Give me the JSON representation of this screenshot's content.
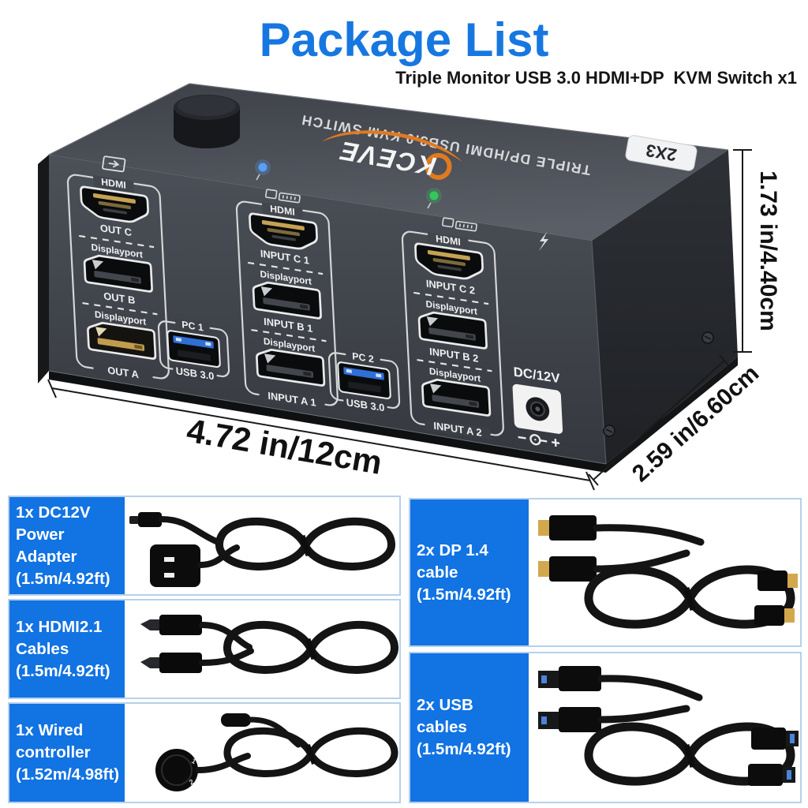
{
  "colors": {
    "accent": "#1273e3",
    "card_border": "#b6d0ea",
    "title_blue": "#1777e0",
    "brand_orange": "#e07a1f"
  },
  "header": {
    "title": "Package List",
    "subtitle": "Triple Monitor USB 3.0 HDMI+DP  KVM Switch x1"
  },
  "device": {
    "top_label": "TRIPLE DP/HDMI USB3.0 KVM SWITCH",
    "brand": "KCEVE",
    "badge": "2X3",
    "dc_label": "DC/12V",
    "dimensions": {
      "height": "1.73 in/4.40cm",
      "width": "4.72 in/12cm",
      "depth": "2.59 in/6.60cm"
    },
    "groups": [
      {
        "ports": [
          {
            "label": "HDMI",
            "name": "OUT C"
          },
          {
            "label": "Displayport",
            "name": "OUT B"
          },
          {
            "label": "Displayport",
            "name": "OUT A"
          }
        ]
      },
      {
        "ports": [
          {
            "label": "HDMI",
            "name": "INPUT C 1"
          },
          {
            "label": "Displayport",
            "name": "INPUT B 1"
          },
          {
            "label": "Displayport",
            "name": "INPUT A 1"
          }
        ]
      },
      {
        "ports": [
          {
            "label": "HDMI",
            "name": "INPUT C 2"
          },
          {
            "label": "Displayport",
            "name": "INPUT B 2"
          },
          {
            "label": "Displayport",
            "name": "INPUT A 2"
          }
        ]
      }
    ],
    "usb_groups": [
      {
        "pc": "PC 1",
        "usb": "USB 3.0"
      },
      {
        "pc": "PC 2",
        "usb": "USB 3.0"
      }
    ]
  },
  "items": [
    {
      "label_lines": [
        "1x DC12V",
        "Power",
        "Adapter",
        "(1.5m/4.92ft)"
      ]
    },
    {
      "label_lines": [
        "1x HDMI2.1",
        "Cables",
        "(1.5m/4.92ft)"
      ]
    },
    {
      "label_lines": [
        "1x Wired",
        "controller",
        "(1.52m/4.98ft)"
      ],
      "controller_marks": [
        "1",
        "2"
      ]
    },
    {
      "label_lines": [
        "2x DP 1.4",
        "cable",
        "(1.5m/4.92ft)"
      ]
    },
    {
      "label_lines": [
        "2x USB",
        "cables",
        "(1.5m/4.92ft)"
      ]
    }
  ]
}
